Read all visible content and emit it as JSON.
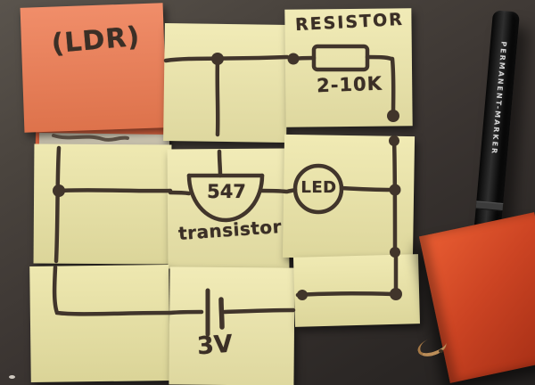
{
  "notes": {
    "ldr": {
      "label": "(LDR)"
    },
    "resistor": {
      "title": "RESISTOR",
      "value": "2-10K"
    },
    "transistor": {
      "part": "547",
      "label": "transistor"
    },
    "led": {
      "label": "LED"
    },
    "battery": {
      "label": "3V"
    }
  },
  "marker": {
    "label": "PERMANENT-MARKER"
  },
  "colors": {
    "ink": "#3b2f26",
    "note_yellow": "#efe8ab",
    "note_orange": "#ee7b51",
    "pad_red": "#cc4423",
    "desk": "#3a3431"
  }
}
